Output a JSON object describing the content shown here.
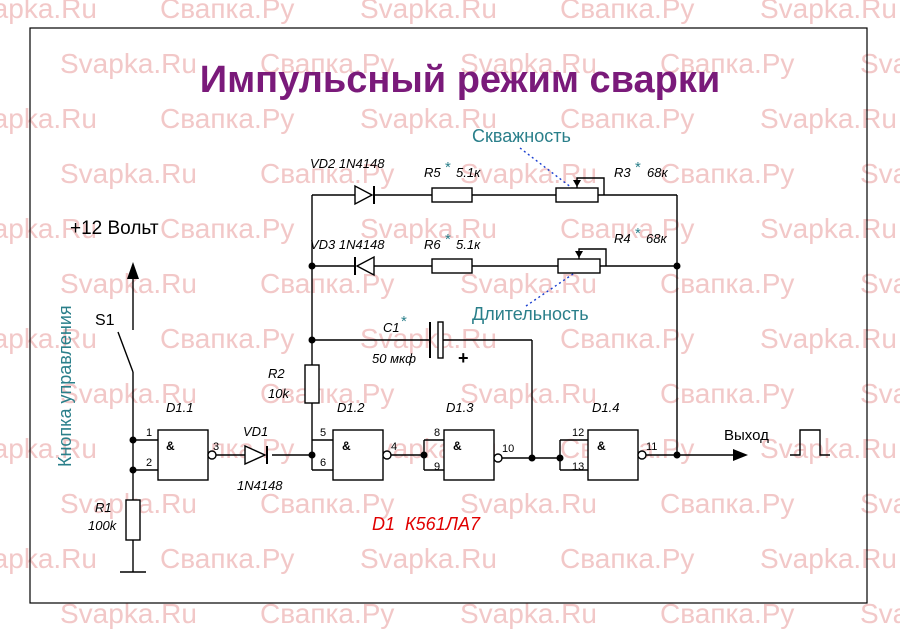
{
  "title": "Импульсный режим сварки",
  "watermark": {
    "latin": "Svapka.Ru",
    "cyrillic": "Свапка.Ру",
    "color": "#f2c8c8"
  },
  "colors": {
    "title": "#7a1a7a",
    "annotation": "#2a7f8a",
    "chip": "#e00000",
    "wire": "#000000"
  },
  "supply": {
    "label": "+12 Вольт"
  },
  "control": {
    "label": "Кнопка управления"
  },
  "annotations": {
    "duty": "Скважность",
    "duration": "Длительность"
  },
  "output": {
    "label": "Выход"
  },
  "chip_note": "D1  К561ЛА7",
  "components": {
    "s1": "S1",
    "r1": {
      "ref": "R1",
      "value": "100k"
    },
    "r2": {
      "ref": "R2",
      "value": "10k"
    },
    "vd1": {
      "ref": "VD1",
      "part": "1N4148"
    },
    "vd2": {
      "label": "VD2  1N4148"
    },
    "vd3": {
      "label": "VD3  1N4148"
    },
    "r5": {
      "ref": "R5",
      "value": "5.1к"
    },
    "r6": {
      "ref": "R6",
      "value": "5.1к"
    },
    "r3": {
      "ref": "R3",
      "value": "68к"
    },
    "r4": {
      "ref": "R4",
      "value": "68к"
    },
    "c1": {
      "ref": "C1",
      "value": "50 мкф",
      "polarity": "+"
    },
    "star": "*"
  },
  "gates": [
    {
      "ref": "D1.1",
      "symbol": "&",
      "in_a": "1",
      "in_b": "2",
      "out": "3"
    },
    {
      "ref": "D1.2",
      "symbol": "&",
      "in_a": "5",
      "in_b": "6",
      "out": "4"
    },
    {
      "ref": "D1.3",
      "symbol": "&",
      "in_a": "8",
      "in_b": "9",
      "out": "10"
    },
    {
      "ref": "D1.4",
      "symbol": "&",
      "in_a": "12",
      "in_b": "13",
      "out": "11"
    }
  ]
}
